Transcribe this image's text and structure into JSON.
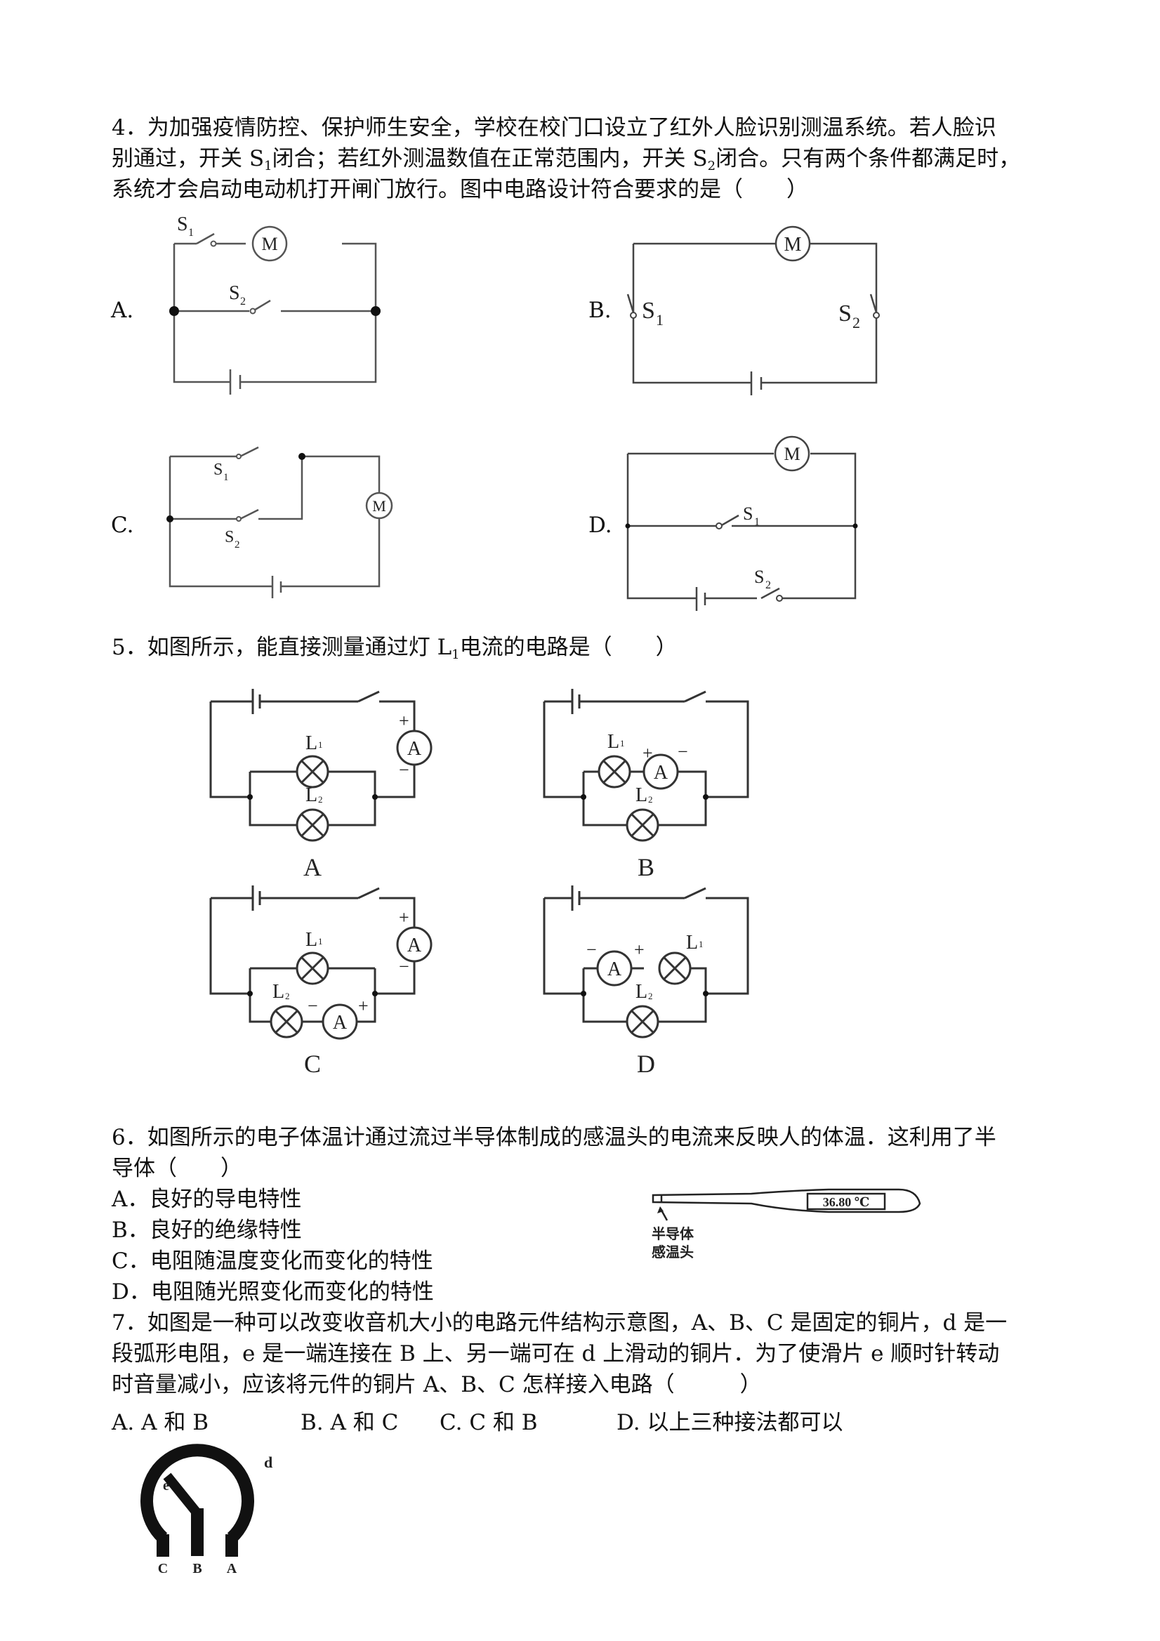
{
  "q4": {
    "line1": "4．为加强疫情防控、保护师生安全，学校在校门口设立了红外人脸识别测温系统。若人脸识",
    "line2_a": "别通过，开关 S",
    "line2_b": "闭合；若红外测温数值在正常范围内，开关 S",
    "line2_c": "闭合。只有两个条件都满足时，",
    "line3": "系统才会启动电动机打开闸门放行。图中电路设计符合要求的是（　　）",
    "sub1": "1",
    "sub2": "2",
    "optA": "A.",
    "optB": "B.",
    "optC": "C.",
    "optD": "D.",
    "motor": "M",
    "s": "S",
    "n1": "1",
    "n2": "2"
  },
  "q5": {
    "stem_a": "5．如图所示，能直接测量通过灯 L",
    "stem_sub": "1",
    "stem_b": "电流的电路是（　　）",
    "ammeter": "A",
    "lamp": "L",
    "plus": "+",
    "minus": "−",
    "labelA": "A",
    "labelB": "B",
    "labelC": "C",
    "labelD": "D"
  },
  "q6": {
    "line1": "6．如图所示的电子体温计通过流过半导体制成的感温头的电流来反映人的体温．这利用了半",
    "line2": "导体（　　）",
    "optA": "A．良好的导电特性",
    "optB": "B．良好的绝缘特性",
    "optC": "C．电阻随温度变化而变化的特性",
    "optD": "D．电阻随光照变化而变化的特性",
    "display": "36.80 ℃",
    "probe1": "半导体",
    "probe2": "感温头"
  },
  "q7": {
    "line1": "7．如图是一种可以改变收音机大小的电路元件结构示意图，A、B、C 是固定的铜片，d 是一",
    "line2": "段弧形电阻，e 是一端连接在 B 上、另一端可在 d 上滑动的铜片．为了使滑片 e 顺时针转动",
    "line3": "时音量减小，应该将元件的铜片 A、B、C 怎样接入电路（　　　）",
    "optA": "A. A 和 B",
    "optB": "B. A 和 C",
    "optC": "C. C 和 B",
    "optD": "D. 以上三种接法都可以",
    "d": "d",
    "e": "e",
    "C": "C",
    "B": "B",
    "A": "A"
  }
}
